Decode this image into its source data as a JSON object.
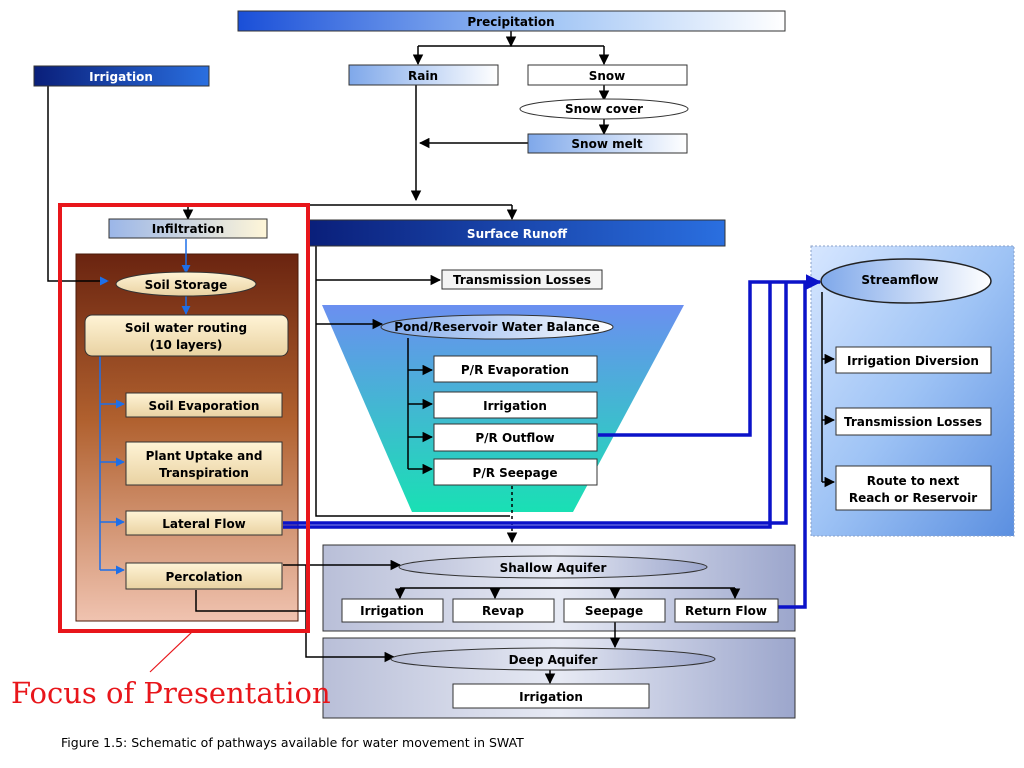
{
  "nodes": {
    "precipitation": "Precipitation",
    "irrigation_top": "Irrigation",
    "rain": "Rain",
    "snow": "Snow",
    "snow_cover": "Snow cover",
    "snow_melt": "Snow melt",
    "infiltration": "Infiltration",
    "surface_runoff": "Surface Runoff",
    "soil_storage": "Soil Storage",
    "soil_water_routing_1": "Soil water routing",
    "soil_water_routing_2": "(10 layers)",
    "soil_evaporation": "Soil Evaporation",
    "plant_uptake_1": "Plant Uptake and",
    "plant_uptake_2": "Transpiration",
    "lateral_flow": "Lateral Flow",
    "percolation": "Percolation",
    "transmission_losses": "Transmission Losses",
    "pond_balance": "Pond/Reservoir Water Balance",
    "pr_evaporation": "P/R Evaporation",
    "pr_irrigation": "Irrigation",
    "pr_outflow": "P/R Outflow",
    "pr_seepage": "P/R Seepage",
    "streamflow": "Streamflow",
    "irrigation_diversion": "Irrigation Diversion",
    "stream_transmission_losses": "Transmission Losses",
    "route_next_1": "Route to next",
    "route_next_2": "Reach or Reservoir",
    "shallow_aquifer": "Shallow Aquifer",
    "sa_irrigation": "Irrigation",
    "revap": "Revap",
    "seepage": "Seepage",
    "return_flow": "Return Flow",
    "deep_aquifer": "Deep Aquifer",
    "da_irrigation": "Irrigation"
  },
  "annotation": "Focus of  Presentation",
  "caption": "Figure 1.5: Schematic of pathways available for water movement in SWAT",
  "colors": {
    "focus_red": "#e8161b",
    "flow_blue": "#0b12c9",
    "dark_blue": "#0a2a8c",
    "soil_brown": "#8a3a1a"
  }
}
